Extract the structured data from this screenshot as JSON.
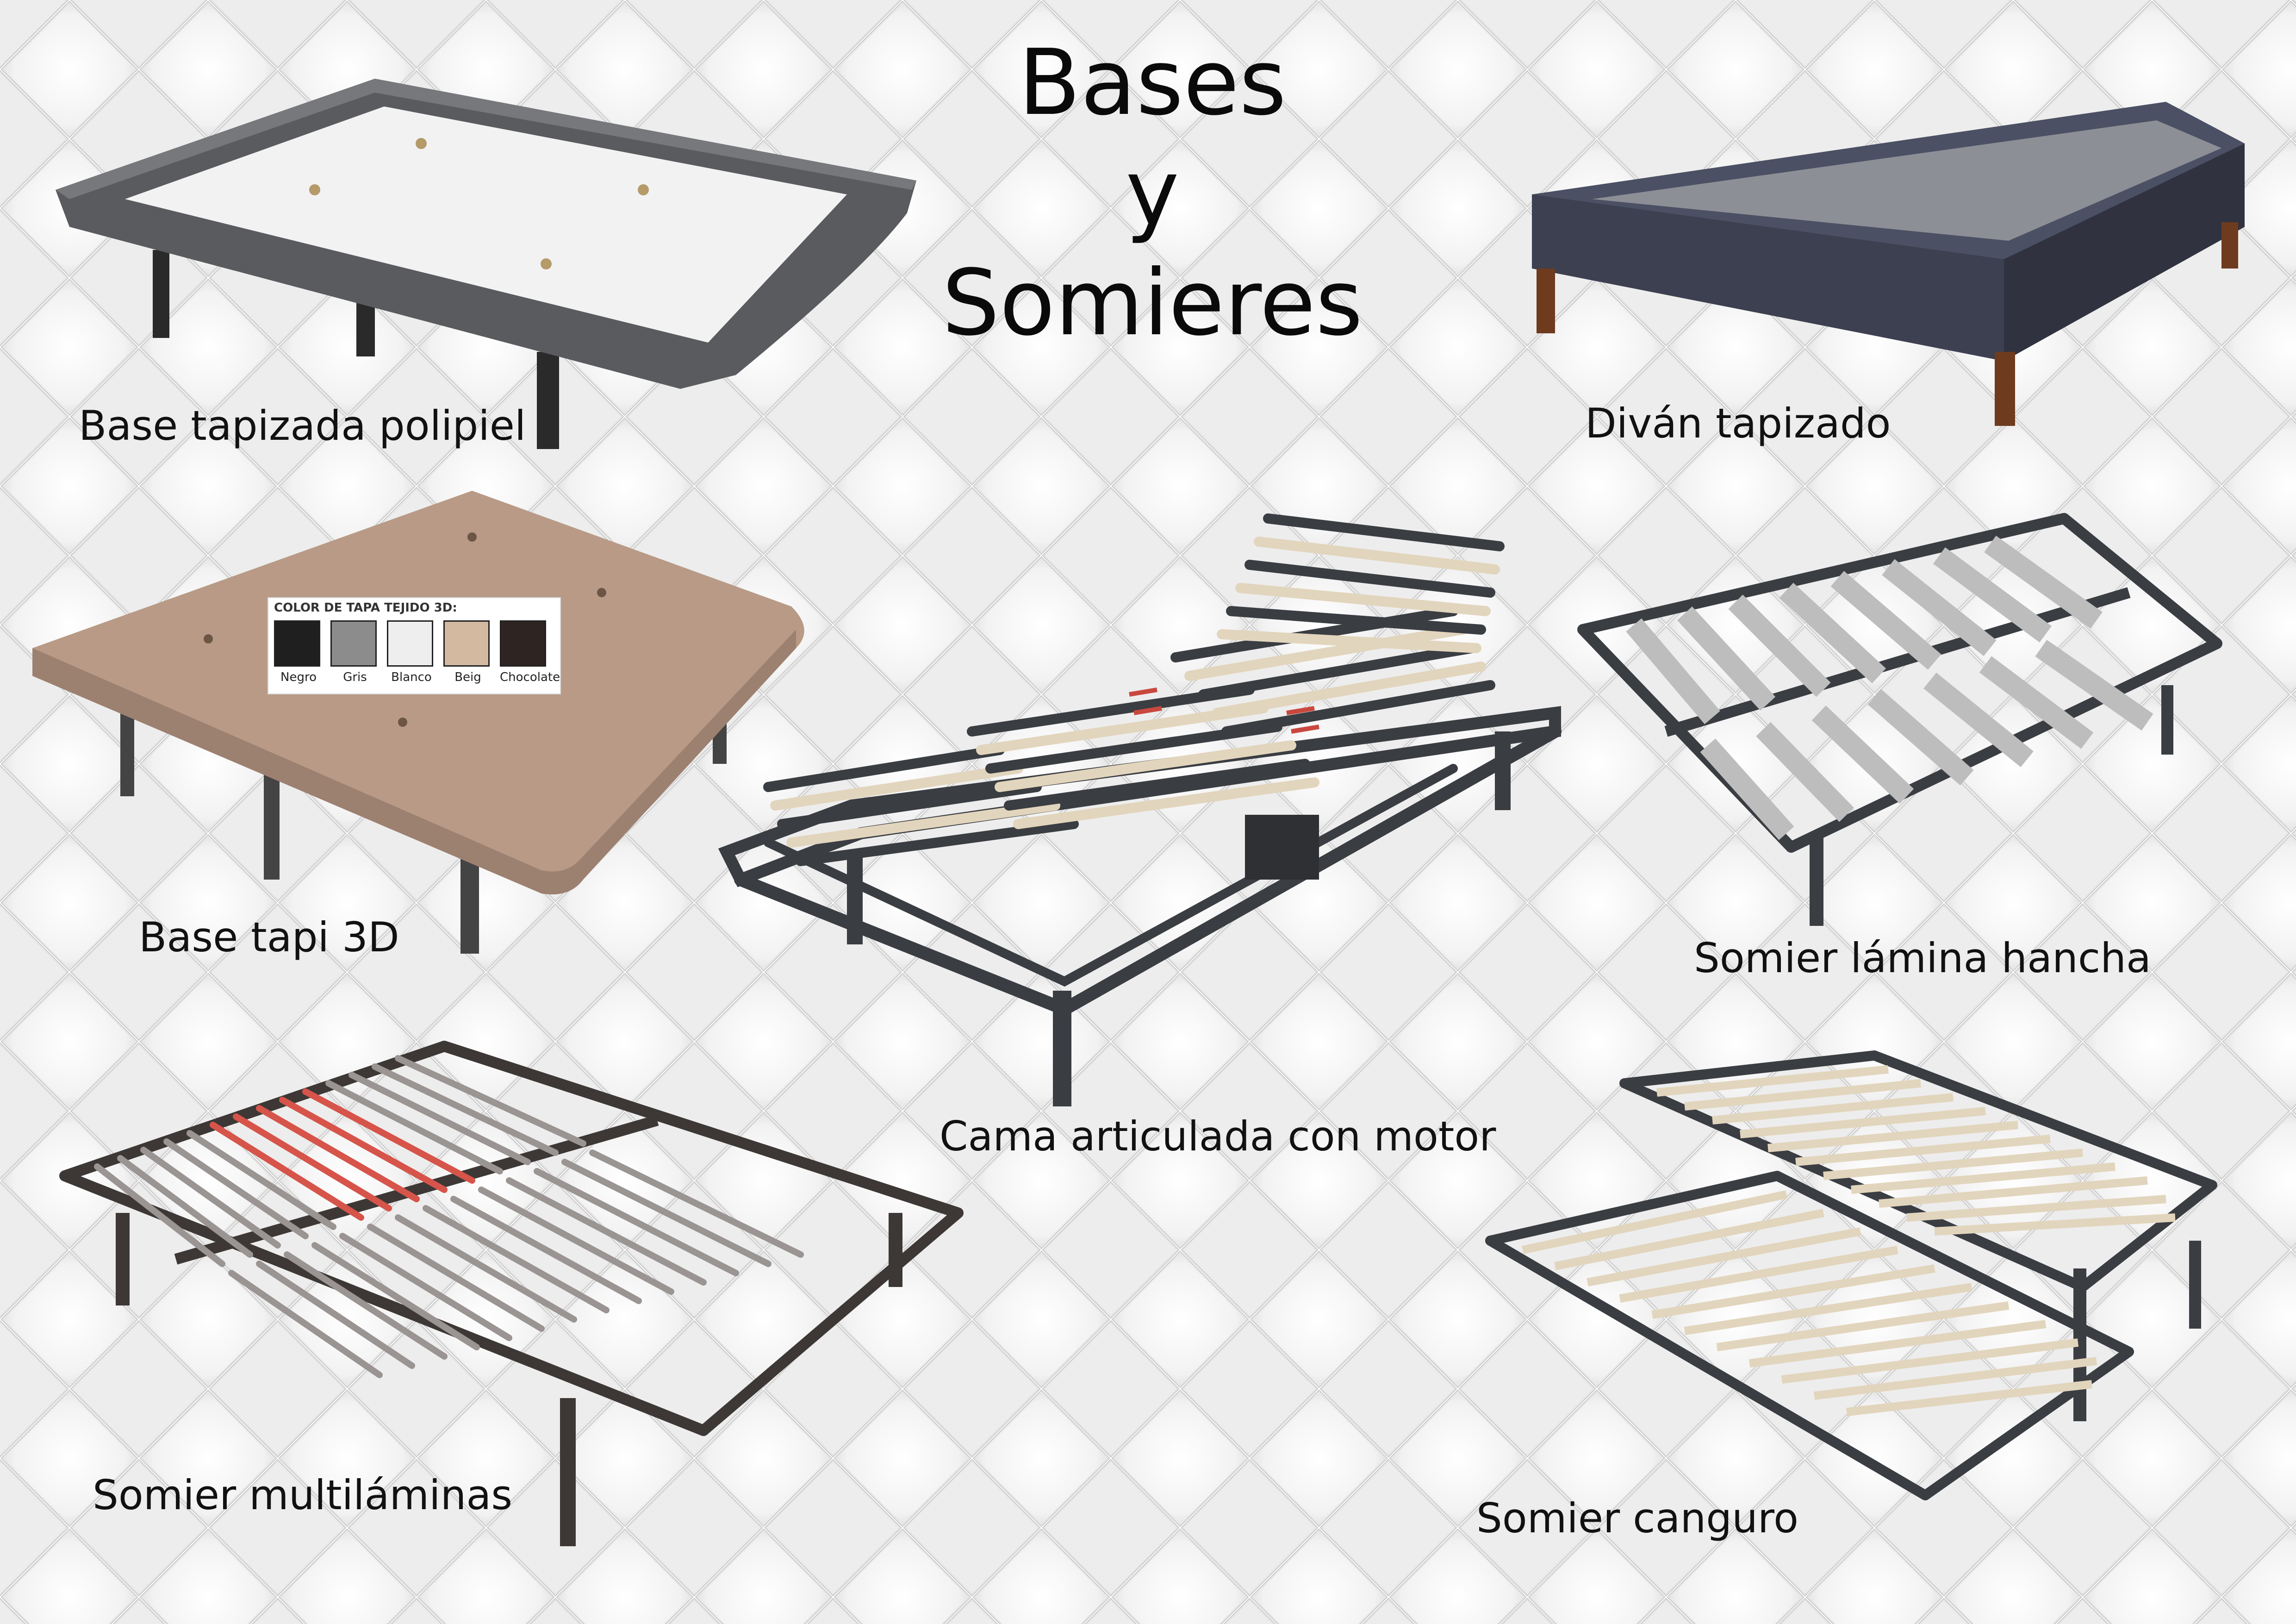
{
  "title": {
    "line1": "Bases",
    "line2": "y",
    "line3": "Somieres"
  },
  "products": {
    "base_polipiel": {
      "label": "Base tapizada polipiel"
    },
    "divan": {
      "label": "Diván tapizado"
    },
    "base_3d": {
      "label": "Base tapi 3D",
      "swatch_title": "COLOR DE TAPA TEJIDO 3D:",
      "colors": [
        {
          "name": "Negro",
          "hex": "#1f1f1f"
        },
        {
          "name": "Gris",
          "hex": "#8c8c8c"
        },
        {
          "name": "Blanco",
          "hex": "#eeeeee"
        },
        {
          "name": "Beig",
          "hex": "#d2b9a0"
        },
        {
          "name": "Chocolate",
          "hex": "#2e2522"
        }
      ]
    },
    "articulada": {
      "label": "Cama articulada con motor"
    },
    "lamina_ancha": {
      "label": "Somier lámina hancha"
    },
    "multilaminas": {
      "label": "Somier multiláminas"
    },
    "canguro": {
      "label": "Somier canguro"
    }
  },
  "colors": {
    "frame": "#3a3d42",
    "leather_border": "#5a5b5e",
    "top_white": "#f2f2f2",
    "divan_fabric": "#3c4050",
    "beige_fabric": "#b89a86",
    "slat_wood": "#e2d5bd",
    "slat_grey": "#bdbdbd",
    "slat_red": "#d6544a"
  }
}
